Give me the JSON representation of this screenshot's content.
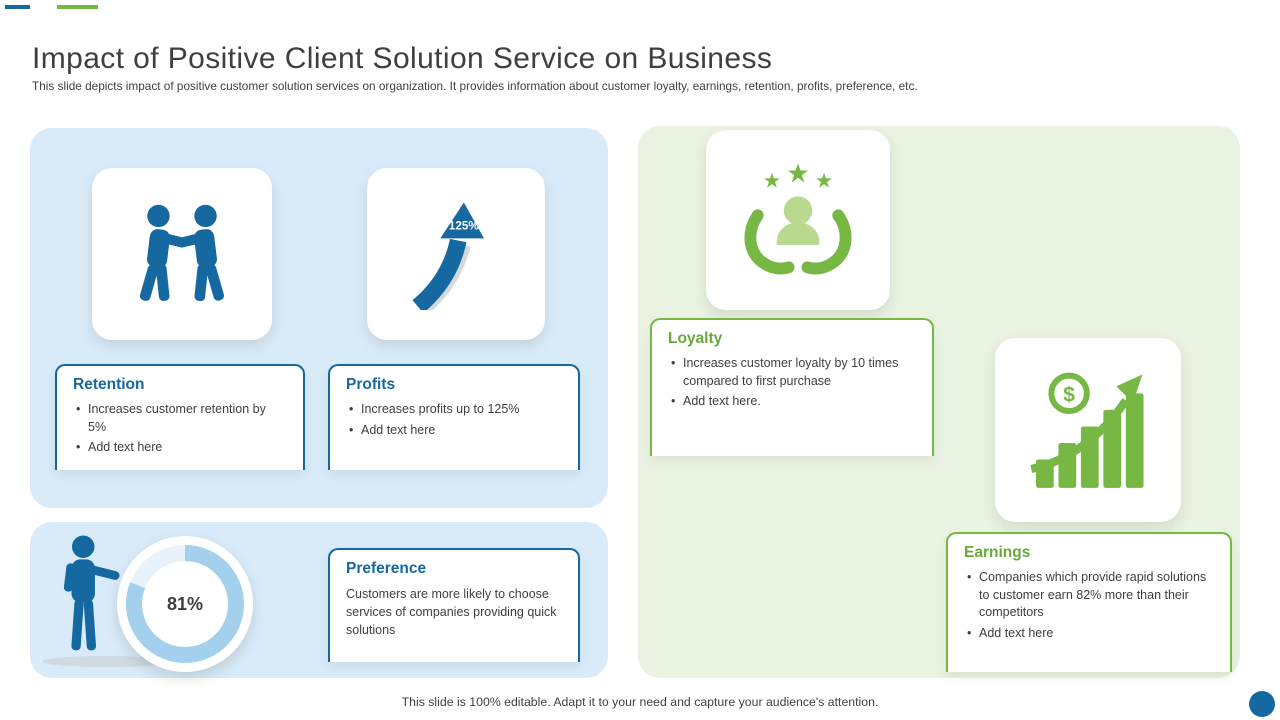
{
  "slide": {
    "title": "Impact of Positive Client Solution Service on Business",
    "subtitle": "This slide depicts impact of positive customer solution services on organization. It provides information about customer loyalty, earnings, retention, profits, preference, etc.",
    "footer": "This slide is 100% editable. Adapt it to your need and capture your audience's attention."
  },
  "colors": {
    "accent_blue": "#1568a0",
    "accent_green": "#76b843",
    "panel_blue": "#d9ebf8",
    "panel_green": "#eaf3e2"
  },
  "retention": {
    "heading": "Retention",
    "bullets": [
      "Increases customer retention by 5%",
      "Add text here"
    ]
  },
  "profits": {
    "heading": "Profits",
    "arrow_label": "125%",
    "bullets": [
      "Increases profits up to 125%",
      "Add text here"
    ]
  },
  "preference": {
    "heading": "Preference",
    "percent": "81%",
    "text": "Customers are more likely to choose services of companies providing quick solutions"
  },
  "loyalty": {
    "heading": "Loyalty",
    "bullets": [
      "Increases customer loyalty by 10 times compared to first purchase",
      "Add text here."
    ]
  },
  "earnings": {
    "heading": "Earnings",
    "coin_symbol": "$",
    "bullets": [
      "Companies which provide rapid solutions to customer earn 82% more than their competitors",
      "Add text here"
    ]
  }
}
